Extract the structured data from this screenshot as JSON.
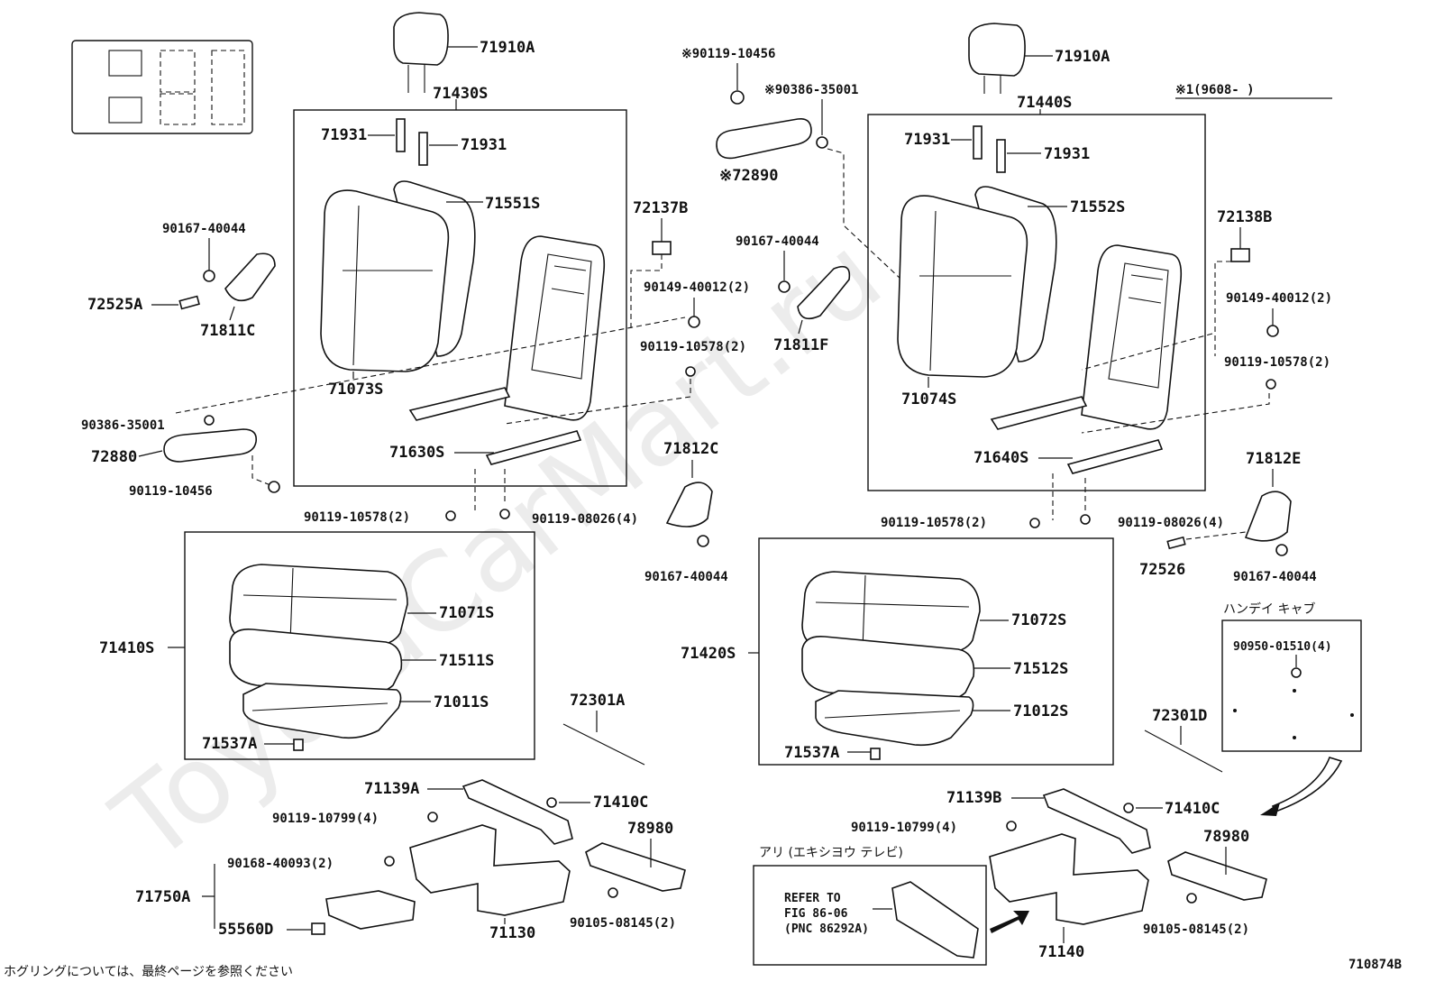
{
  "labels": {
    "hr_left": "71910A",
    "hr_right": "71910A",
    "back_assy_left": "71430S",
    "back_assy_right": "71440S",
    "pin1_l": "71931",
    "pin2_l": "71931",
    "pin1_r": "71931",
    "pin2_r": "71931",
    "cover_back_l": "71551S",
    "cover_back_r": "71552S",
    "pad_back_l": "71073S",
    "pad_back_r": "71074S",
    "frame_l": "71630S",
    "frame_r": "71640S",
    "clip_l": "72137B",
    "clip_r": "72138B",
    "screw_90167_a": "90167-40044",
    "screw_90167_b": "90167-40044",
    "screw_90167_c": "90167-40044",
    "screw_90167_d": "90167-40044",
    "knob_72525a": "72525A",
    "shield_71811c": "71811C",
    "shield_71811f": "71811F",
    "bolt_90149_l": "90149-40012(2)",
    "bolt_90149_r": "90149-40012(2)",
    "bolt_90119_10578_l_top": "90119-10578(2)",
    "bolt_90119_10578_r_top": "90119-10578(2)",
    "bolt_90119_10578_l_bot": "90119-10578(2)",
    "bolt_90119_10578_r_bot": "90119-10578(2)",
    "bolt_90119_08026_l": "90119-08026(4)",
    "bolt_90119_08026_r": "90119-08026(4)",
    "nut_90386_l": "90386-35001",
    "nut_90386_top": "90386-35001",
    "bolt_90119_10456_l": "90119-10456",
    "bolt_90119_10456_top": "90119-10456",
    "armrest_l": "72880",
    "armrest_top": "72890",
    "cover_71812c": "71812C",
    "cover_71812e": "71812E",
    "knob_72526": "72526",
    "cushion_assy_l": "71410S",
    "cushion_assy_r": "71420S",
    "cushion_cover_l": "71071S",
    "cushion_cover_r": "71072S",
    "cushion_pad_l": "71511S",
    "cushion_pad_r": "71512S",
    "cushion_frame_l": "71011S",
    "cushion_frame_r": "71012S",
    "clip_71537a_l": "71537A",
    "clip_71537a_r": "71537A",
    "cable_l": "72301A",
    "cable_r": "72301D",
    "rail_l": "71139A",
    "rail_r": "71139B",
    "button_l": "71410C",
    "button_r": "71410C",
    "bolt_10799_l": "90119-10799(4)",
    "bolt_10799_r": "90119-10799(4)",
    "screw_90168": "90168-40093(2)",
    "tray": "71750A",
    "clip_55560d": "55560D",
    "base_l": "71130",
    "base_r": "71140",
    "panel_l": "78980",
    "panel_r": "78980",
    "screw_90105_l": "90105-08145(2)",
    "screw_90105_r": "90105-08145(2)",
    "rivet_90950": "90950-01510(4)",
    "star1": "※",
    "star2": "※",
    "star3": "※",
    "note_code": "※1(9608-    )",
    "handy_cab": "ハンデイ キャブ",
    "ari_tv": "アリ (エキシヨウ テレビ)",
    "refer1": "REFER TO",
    "refer2": "FIG  86-06",
    "refer3": "(PNC 86292A)",
    "footer_note": "ホグリングについては、最終ページを参照ください",
    "diagram_id": "710874B",
    "watermark": "ToyotaCarMart.ru"
  }
}
